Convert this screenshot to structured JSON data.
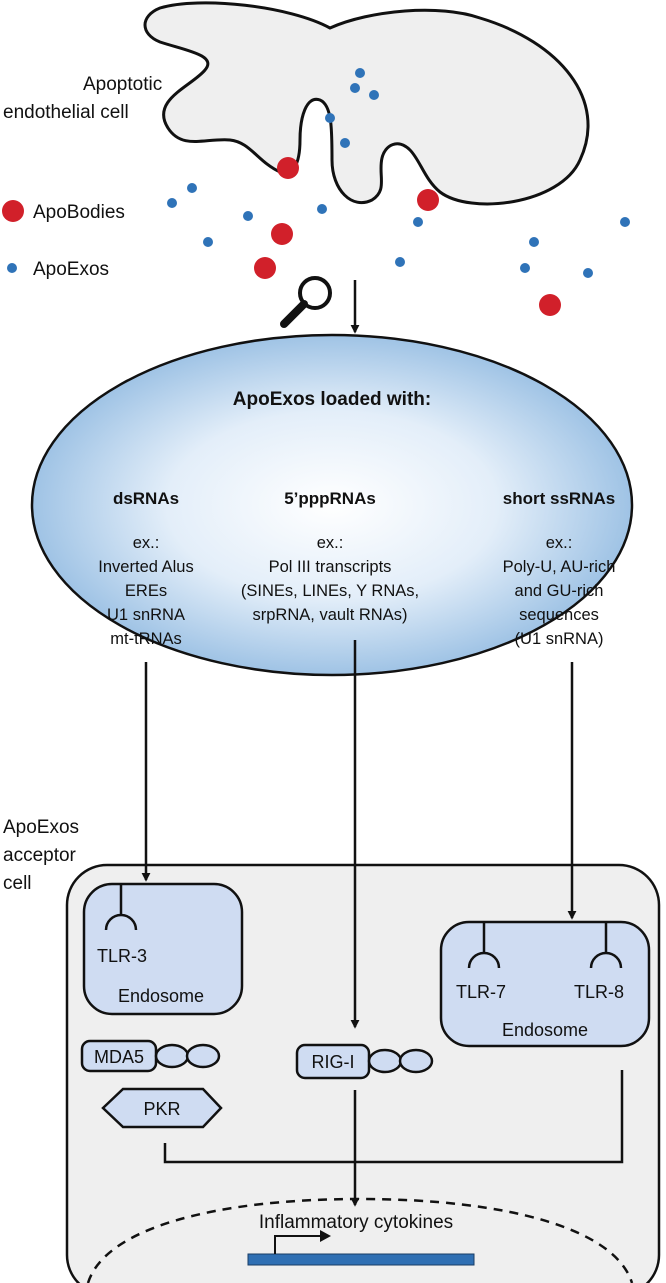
{
  "top": {
    "cell_label_line1": "Apoptotic",
    "cell_label_line2": "endothelial cell",
    "legend_apobodies": "ApoBodies",
    "legend_apoexos": "ApoExos"
  },
  "oval": {
    "title": "ApoExos loaded with:",
    "columns": [
      {
        "header": "dsRNAs",
        "lines": [
          "ex.:",
          "Inverted Alus",
          "EREs",
          "U1 snRNA",
          "mt-tRNAs"
        ]
      },
      {
        "header": "5’pppRNAs",
        "lines": [
          "ex.:",
          "Pol III transcripts",
          "(SINEs, LINEs, Y RNAs,",
          "srpRNA, vault RNAs)"
        ]
      },
      {
        "header": "short ssRNAs",
        "lines": [
          "ex.:",
          "Poly-U, AU-rich",
          "and GU-rich",
          "sequences",
          "(U1 snRNA)"
        ]
      }
    ]
  },
  "acceptor": {
    "label_line1": "ApoExos",
    "label_line2": "acceptor",
    "label_line3": "cell",
    "tlr3": "TLR-3",
    "endosome_left": "Endosome",
    "tlr7": "TLR-7",
    "tlr8": "TLR-8",
    "endosome_right": "Endosome",
    "mda5": "MDA5",
    "rigi": "RIG-I",
    "pkr": "PKR",
    "nucleus_label": "Inflammatory cytokines"
  },
  "colors": {
    "apobody": "#d1202a",
    "apoexo": "#2f73b8",
    "cell_fill": "#efefef",
    "oval_center": "#ffffff",
    "oval_edge": "#9fc3e5",
    "receptor_fill": "#cfdcf2",
    "gene_bar": "#2f6fb3"
  },
  "icons": [
    "magnifier-icon",
    "promoter-arrow-icon"
  ]
}
